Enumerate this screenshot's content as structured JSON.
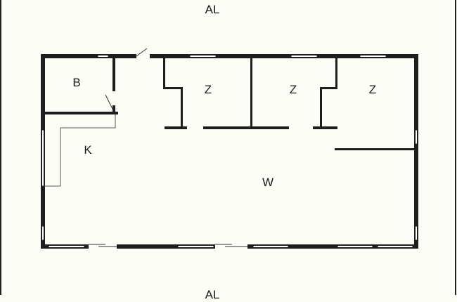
{
  "diagram": {
    "type": "floor-plan",
    "colors": {
      "background": "#fdfdf8",
      "wall": "#1e1e1e",
      "thin_line": "#555555",
      "window_fill": "#ffffff"
    },
    "outer_labels": {
      "top": "AL",
      "bottom": "AL"
    },
    "rooms": [
      {
        "id": "bath",
        "label": "B"
      },
      {
        "id": "kitchen",
        "label": "K"
      },
      {
        "id": "room1",
        "label": "Z"
      },
      {
        "id": "room2",
        "label": "Z"
      },
      {
        "id": "room3",
        "label": "Z"
      },
      {
        "id": "living",
        "label": "W"
      }
    ]
  }
}
